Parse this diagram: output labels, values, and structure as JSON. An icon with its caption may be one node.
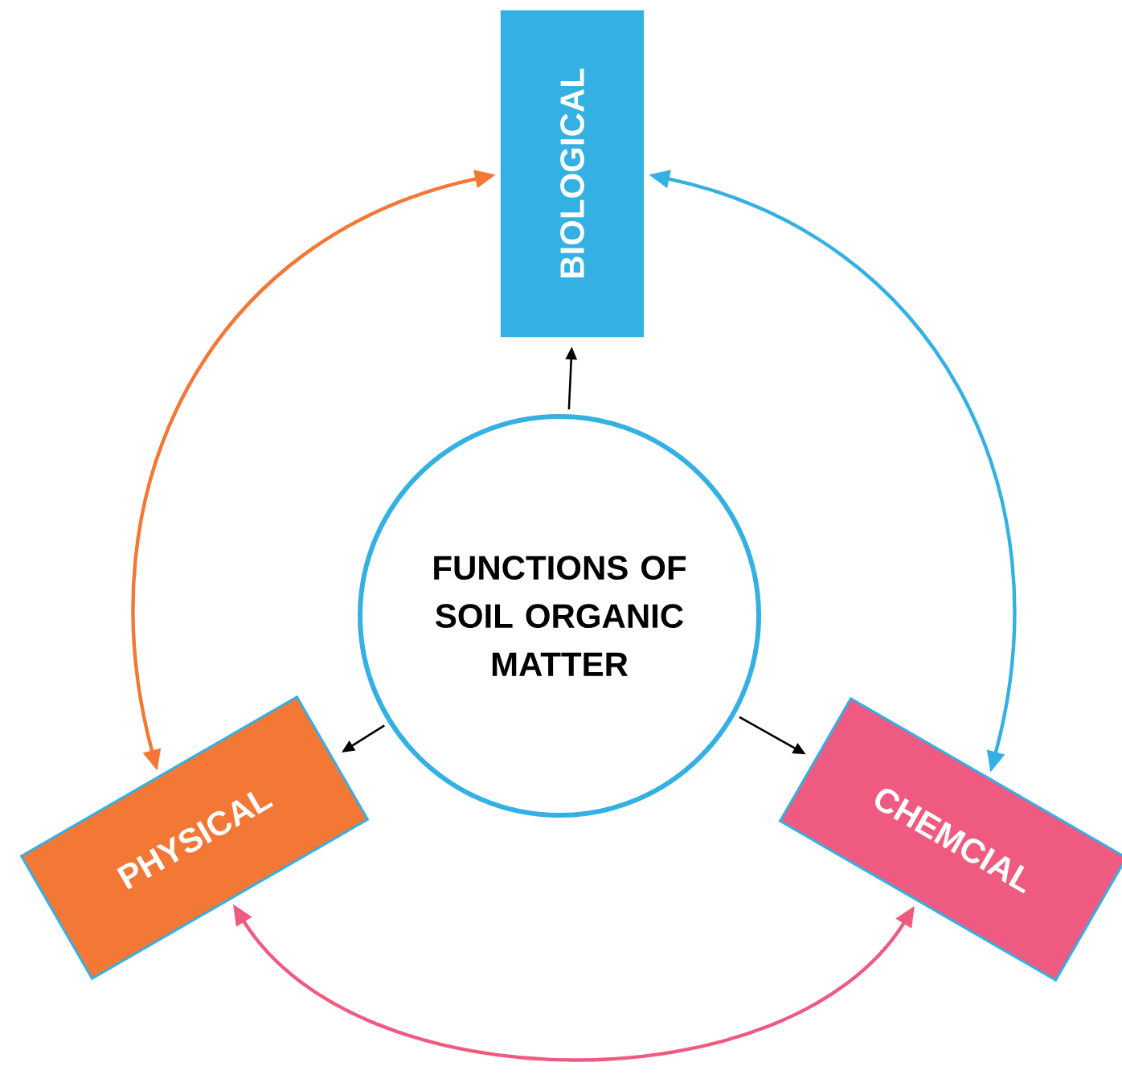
{
  "diagram": {
    "nodes": [
      {
        "text": [
          "FUNCTIONS OF SOIL ORGANIC MATTER"
        ]
      },
      {
        "text": [
          "BIOLOGICAL"
        ]
      },
      {
        "text": [
          "PHYSICAL"
        ]
      },
      {
        "text": [
          "CHEMCIAL"
        ]
      }
    ],
    "edges": [
      {
        "from": 0,
        "to": 1,
        "arrow": "to"
      },
      {
        "from": 0,
        "to": 2,
        "arrow": "to"
      },
      {
        "from": 0,
        "to": 3,
        "arrow": "to"
      },
      {
        "from": 2,
        "to": 1,
        "arrow": "both",
        "color": "#f37735"
      },
      {
        "from": 1,
        "to": 3,
        "arrow": "both",
        "color": "#35b0e2"
      },
      {
        "from": 2,
        "to": 3,
        "arrow": "both",
        "color": "#ef5a80"
      }
    ]
  }
}
